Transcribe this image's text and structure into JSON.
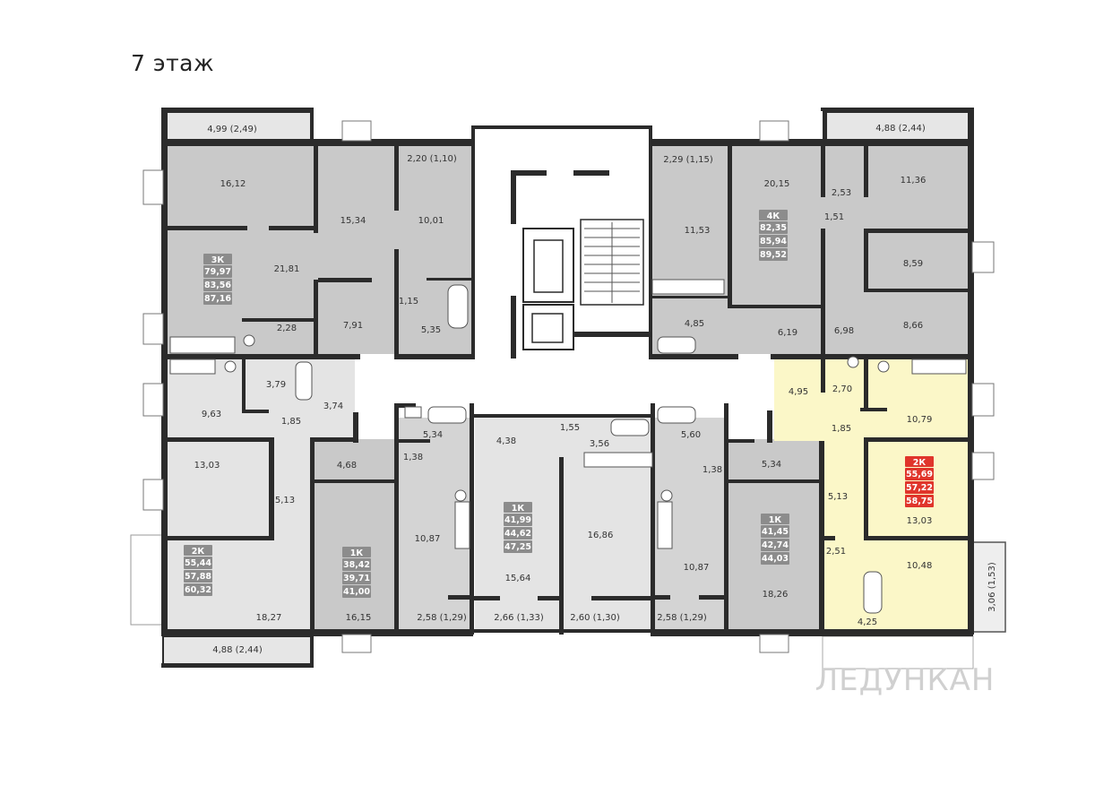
{
  "floor_title": "7 этаж",
  "watermark": "ЛЕДУНКАН",
  "colors": {
    "wall": "#2b2b2b",
    "room_dark": "#c9c9c9",
    "room_mid": "#d4d4d4",
    "room_light": "#e4e4e4",
    "highlight": "#fbf7c8",
    "badge_gray": "#8c8c8c",
    "badge_red": "#e0352b"
  },
  "room_labels": {
    "l499": "4,99 (2,49)",
    "l1612": "16,12",
    "l1534": "15,34",
    "l220": "2,20 (1,10)",
    "l1001": "10,01",
    "l2181": "21,81",
    "l115": "1,15",
    "l228": "2,28",
    "l791": "7,91",
    "l535": "5,35",
    "l379": "3,79",
    "l374": "3,74",
    "l963": "9,63",
    "l185a": "1,85",
    "l1303a": "13,03",
    "l513a": "5,13",
    "l1827": "18,27",
    "l488a": "4,88 (2,44)",
    "l468": "4,68",
    "l1615": "16,15",
    "l534a": "5,34",
    "l138a": "1,38",
    "l1087a": "10,87",
    "l258a": "2,58 (1,29)",
    "l438": "4,38",
    "l1564": "15,64",
    "l266": "2,66 (1,33)",
    "l155": "1,55",
    "l356": "3,56",
    "l1686": "16,86",
    "l260": "2,60 (1,30)",
    "l560": "5,60",
    "l138b": "1,38",
    "l1087b": "10,87",
    "l258b": "2,58 (1,29)",
    "l534b": "5,34",
    "l1826": "18,26",
    "l229": "2,29 (1,15)",
    "l1153": "11,53",
    "l2015": "20,15",
    "l485": "4,85",
    "l619": "6,19",
    "l488b": "4,88 (2,44)",
    "l253": "2,53",
    "l1136": "11,36",
    "l151": "1,51",
    "l859": "8,59",
    "l698": "6,98",
    "l866": "8,66",
    "l495": "4,95",
    "l270": "2,70",
    "l1079": "10,79",
    "l185b": "1,85",
    "l513b": "5,13",
    "l1303b": "13,03",
    "l251": "2,51",
    "l1048": "10,48",
    "l425": "4,25",
    "l306": "3,06 (1,53)"
  },
  "apartments": [
    {
      "type": "3К",
      "areas": [
        "79,97",
        "83,56",
        "87,16"
      ],
      "highlight": false
    },
    {
      "type": "2К",
      "areas": [
        "55,44",
        "57,88",
        "60,32"
      ],
      "highlight": false
    },
    {
      "type": "1К",
      "areas": [
        "38,42",
        "39,71",
        "41,00"
      ],
      "highlight": false
    },
    {
      "type": "1К",
      "areas": [
        "41,99",
        "44,62",
        "47,25"
      ],
      "highlight": false
    },
    {
      "type": "4К",
      "areas": [
        "82,35",
        "85,94",
        "89,52"
      ],
      "highlight": false
    },
    {
      "type": "1К",
      "areas": [
        "41,45",
        "42,74",
        "44,03"
      ],
      "highlight": false
    },
    {
      "type": "2К",
      "areas": [
        "55,69",
        "57,22",
        "58,75"
      ],
      "highlight": true
    }
  ]
}
